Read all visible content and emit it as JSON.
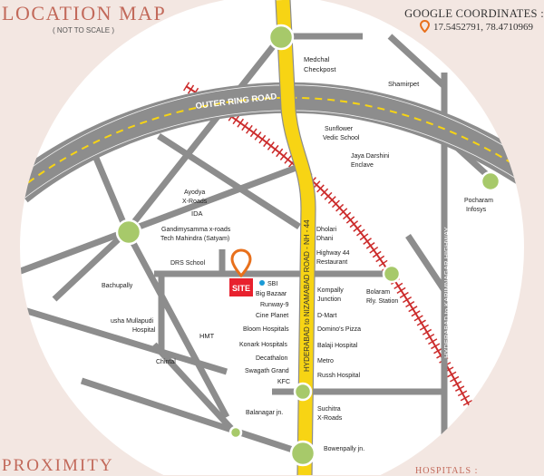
{
  "header": {
    "title": "LOCATION MAP",
    "subtitle": "( NOT TO SCALE )",
    "coords_title": "GOOGLE COORDINATES :",
    "coords_value": "17.5452791, 78.4710969"
  },
  "footer": {
    "proximity": "PROXIMITY",
    "hospitals": "HOSPITALS :"
  },
  "roads": {
    "outer_ring": "OUTER RING ROAD",
    "nh44": "HYDERABAD to NIZAMABAD ROAD - NH - 44",
    "karimnagar": "HYDERABAD to KARIMNAGAR HIGHWAY"
  },
  "site": {
    "label": "SITE"
  },
  "places": {
    "medchal_1": "Medchal",
    "medchal_2": "Checkpost",
    "shamirpet": "Shamirpet",
    "sunflower_1": "Sunflower",
    "sunflower_2": "Vedic School",
    "jaya_1": "Jaya Darshini",
    "jaya_2": "Enclave",
    "pocharam_1": "Pocharam",
    "pocharam_2": "Infosys",
    "ayodya_1": "Ayodya",
    "ayodya_2": "X-Roads",
    "ida": "IDA",
    "gandimysamma_1": "Gandimysamma x-roads",
    "gandimysamma_2": "Tech Mahindra (Satyam)",
    "dholari_1": "Dholari",
    "dholari_2": "Dhani",
    "highway44_1": "Highway 44",
    "highway44_2": "Restaurant",
    "drs_school": "DRS School",
    "sbi": "SBI",
    "big_bazaar": "Big Bazaar",
    "runway9": "Runway-9",
    "cine_planet": "Cine Planet",
    "bloom": "Bloom Hospitals",
    "konark": "Konark Hospitals",
    "decathalon": "Decathalon",
    "swagath": "Swagath Grand",
    "kfc": "KFC",
    "bachupally": "Bachupally",
    "usha_1": "usha Mullapudi",
    "usha_2": "Hospital",
    "hmt": "HMT",
    "chintal": "Chintal",
    "kompally_1": "Kompally",
    "kompally_2": "Junction",
    "bolaram_1": "Bolaram",
    "bolaram_2": "Rly. Station",
    "dmart": "D-Mart",
    "dominos": "Domino's Pizza",
    "balaji": "Balaji Hospital",
    "metro": "Metro",
    "russh": "Russh Hospital",
    "suchitra_1": "Suchitra",
    "suchitra_2": "X-Roads",
    "balanagar": "Balanagar jn.",
    "bowenpally": "Bowenpally jn."
  },
  "colors": {
    "accent": "#c2695a",
    "site_red": "#e8212e",
    "pin_orange": "#e8701c",
    "road_gray": "#8d8d8d",
    "highway_yellow": "#f7d414",
    "rail_red": "#cc2c2c",
    "node_green": "#a7c96a",
    "map_bg": "#ffffff"
  },
  "icons": {
    "coords_pin": "location-pin-icon",
    "site_pin": "location-pin-icon",
    "sbi_dot": "dot-icon"
  }
}
